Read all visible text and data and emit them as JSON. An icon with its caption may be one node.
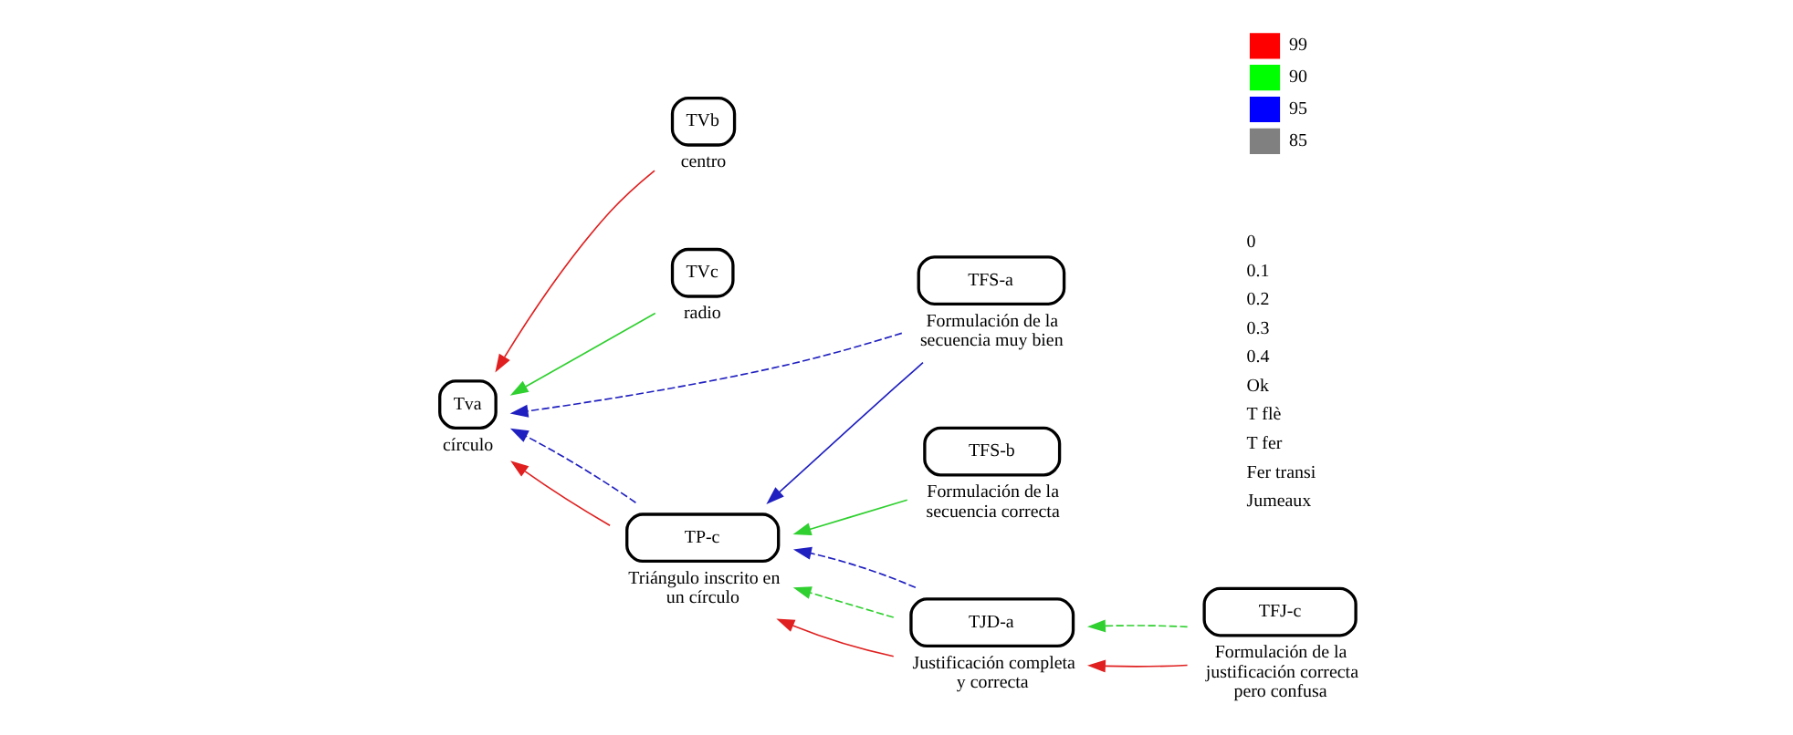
{
  "diagram": {
    "nodes": [
      {
        "text": [
          "TVb"
        ],
        "beside": [
          "centro"
        ]
      },
      {
        "text": [
          "TVc"
        ],
        "beside": [
          "radio"
        ]
      },
      {
        "text": [
          "Tva"
        ],
        "beside": [
          "círculo"
        ]
      },
      {
        "text": [
          "TFS-a"
        ],
        "beside": [
          "Formulación de la secuencia muy bien"
        ]
      },
      {
        "text": [
          "TFS-b"
        ],
        "beside": [
          "Formulación de la secuencia correcta"
        ]
      },
      {
        "text": [
          "TP-c"
        ],
        "beside": [
          "Triángulo inscrito en un círculo"
        ]
      },
      {
        "text": [
          "TJD-a"
        ],
        "beside": [
          "Justificación completa y correcta"
        ]
      },
      {
        "text": [
          "TFJ-c"
        ],
        "beside": [
          "Formulación de la justificación correcta pero confusa"
        ]
      }
    ],
    "edges": [
      {
        "from": 0,
        "to": 2,
        "arrow": "to",
        "color": "#e02020"
      },
      {
        "from": 1,
        "to": 2,
        "arrow": "to",
        "color": "#30d030"
      },
      {
        "from": 3,
        "to": 2,
        "arrow": "to",
        "style": "dashed",
        "color": "#2020c0"
      },
      {
        "from": 3,
        "to": 5,
        "arrow": "to",
        "color": "#2020c0"
      },
      {
        "from": 4,
        "to": 5,
        "arrow": "to",
        "color": "#30d030"
      },
      {
        "from": 5,
        "to": 2,
        "arrow": "to",
        "color": "#e02020"
      },
      {
        "from": 5,
        "to": 2,
        "arrow": "to",
        "style": "dashed",
        "color": "#2020c0"
      },
      {
        "from": 6,
        "to": 5,
        "arrow": "to",
        "color": "#e02020"
      },
      {
        "from": 6,
        "to": 5,
        "arrow": "to",
        "style": "dashed",
        "color": "#30d030"
      },
      {
        "from": 6,
        "to": 5,
        "arrow": "to",
        "style": "dashed",
        "color": "#2020c0"
      },
      {
        "from": 7,
        "to": 6,
        "arrow": "to",
        "color": "#e02020"
      },
      {
        "from": 7,
        "to": 6,
        "arrow": "to",
        "style": "dashed",
        "color": "#30d030"
      }
    ],
    "labels": [
      "0",
      "0.1",
      "0.2",
      "0.3",
      "0.4",
      "Ok",
      "T flè",
      "T fer",
      "Fer transi",
      "Jumeaux"
    ],
    "legend": [
      {
        "text": "99",
        "color": "#ff0000"
      },
      {
        "text": "90",
        "color": "#00ff00"
      },
      {
        "text": "95",
        "color": "#0000ff"
      },
      {
        "text": "85",
        "color": "#808080"
      }
    ]
  }
}
